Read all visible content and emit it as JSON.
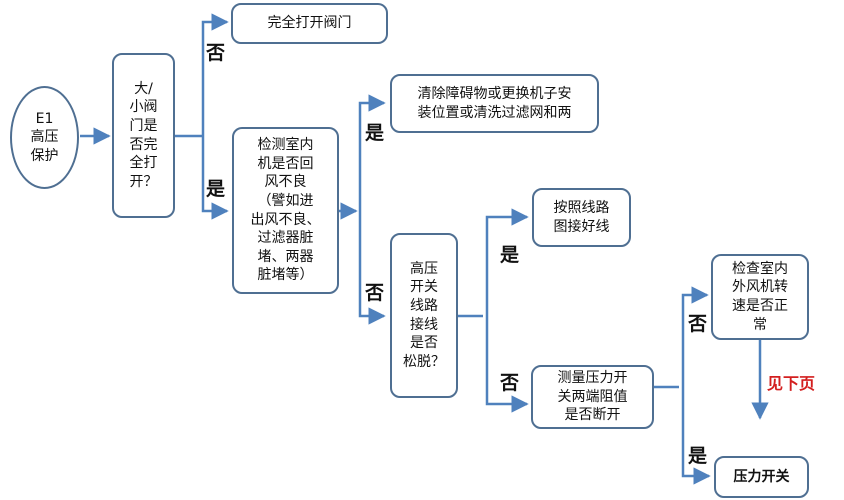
{
  "nodes": {
    "start": "E1\n高压\n保护",
    "q1": "大/\n小阀\n门是\n否完\n全打\n开？",
    "a_open": "完全打开阀门",
    "q2": "检测室内\n机是否回\n风不良\n（譬如进\n出风不良、\n过滤器脏\n堵、两器\n脏堵等）",
    "a_clean": "清除障碍物或更换机子安\n装位置或清洗过滤网和两",
    "q3": "高压\n开关\n线路\n接线\n是否\n松脱？",
    "a_wire": "按照线路\n图接好线",
    "q4": "测量压力开\n关两端阻值\n是否断开",
    "q5": "检查室内\n外风机转\n速是否正\n常",
    "a_switch": "压力开关"
  },
  "labels": {
    "no1": "否",
    "yes1": "是",
    "yes2": "是",
    "no2": "否",
    "yes3": "是",
    "no3": "否",
    "no4": "否",
    "yes4": "是",
    "see_next": "见下页"
  },
  "colors": {
    "box_border": "#4f6f92",
    "arrow": "#4f81bd",
    "highlight": "#d31f1f"
  }
}
